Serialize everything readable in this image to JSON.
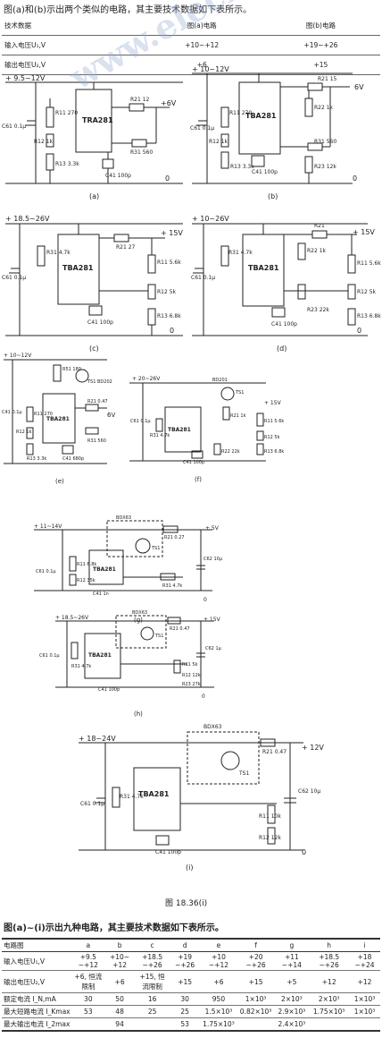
{
  "top_caption": "图(a)和(b)示出两个类似的电路，其主要技术数据如下表所示。",
  "top_table": {
    "headers": [
      "技术数据",
      "图(a)电路",
      "图(b)电路"
    ],
    "rows": [
      [
        "输入电压U₁,V",
        "+10~+12",
        "+19~+26"
      ],
      [
        "输出电压U₂,V",
        "+6",
        "+15"
      ]
    ]
  },
  "watermark": "www.elecfans.com",
  "circuits": {
    "a": {
      "label": "(a)",
      "vin": "+ 9.5~12V",
      "vout": "+6V",
      "ic": "TRA281",
      "gnd": "0",
      "parts": [
        "C61 0.1μ",
        "R11 270",
        "R12 1k",
        "R13 3.3k",
        "C41 100p",
        "R21 12",
        "R31 560"
      ]
    },
    "b": {
      "label": "(b)",
      "vin": "+ 10~12V",
      "vout": "6V",
      "ic": "TBA281",
      "gnd": "0",
      "parts": [
        "C61 0.1μ",
        "R11 270",
        "R12 1k",
        "R13 3.3k",
        "C41 100p",
        "R21 15",
        "R22 1k",
        "R31 560",
        "R23 12k"
      ]
    },
    "c": {
      "label": "(c)",
      "vin": "+ 18.5~26V",
      "vout": "+ 15V",
      "ic": "TBA281",
      "gnd": "0",
      "parts": [
        "C61 0.1μ",
        "R31 4.7k",
        "R21 27",
        "R11 5.6k",
        "R12 5k",
        "R13 6.8k",
        "C41 100p"
      ]
    },
    "d": {
      "label": "(d)",
      "vin": "+ 10~26V",
      "vout": "+ 15V",
      "ic": "TBA281",
      "gnd": "0",
      "parts": [
        "C61 0.1μ",
        "R31 4.7k",
        "R21",
        "R22 1k",
        "R11 5.6k",
        "R12 5k",
        "R13 6.8k",
        "R23 22k",
        "C41 100p"
      ]
    },
    "e": {
      "label": "(e)",
      "vin": "+ 10~12V",
      "vout": "6V",
      "ic": "TBA281",
      "parts": [
        "R51 180",
        "TS1 BD202",
        "C41 0.1μ",
        "R11 270",
        "R12 1k",
        "R13 3.3k",
        "R21 0.47",
        "R31 560",
        "C41 680p"
      ]
    },
    "f": {
      "label": "(f)",
      "vin": "+ 20~26V",
      "vout": "+ 15V",
      "ic": "TBA281",
      "parts": [
        "BD201",
        "TS1",
        "C61 0.1μ",
        "R31 4.7k",
        "R21 1k",
        "R11 5.6k",
        "R12 5k",
        "R13 6.8k",
        "R22 22k",
        "C41 100p"
      ]
    },
    "g": {
      "label": "(g)",
      "vin": "+ 11~14V",
      "vout": "+ 5V",
      "ic": "TBA281",
      "gnd": "0",
      "parts": [
        "BDX63",
        "TS1",
        "R21 0.27",
        "C61 0.1μ",
        "R11 6.8k",
        "R12 35k",
        "C41 1n",
        "C62 10μ",
        "R31 4.7k"
      ]
    },
    "h": {
      "label": "(h)",
      "vin": "+ 18.5~26V",
      "vout": "+ 15V",
      "ic": "TBA281",
      "gnd": "0",
      "parts": [
        "BDX63",
        "TS1",
        "R21 0.47",
        "C61 0.1μ",
        "R31 4.7k",
        "R11 5k",
        "R12 12k",
        "R23 27k",
        "C41 100p",
        "C62 1μ"
      ]
    },
    "i": {
      "label": "(i)",
      "vin": "+ 18~24V",
      "vout": "+ 12V",
      "ic": "TBA281",
      "gnd": "0",
      "parts": [
        "BDX63",
        "TS1",
        "R21 0.47",
        "C61 0.1μ",
        "R31 4.7k",
        "C41 100p",
        "R11 10k",
        "R12 12k",
        "C62 10μ"
      ]
    }
  },
  "figure_caption": "图 18.36(i)",
  "bottom_caption": "图(a)~(i)示出九种电路，其主要技术数据如下表所示。",
  "bottom_table": {
    "headers": [
      "电路图",
      "a",
      "b",
      "c",
      "d",
      "e",
      "f",
      "g",
      "h",
      "i"
    ],
    "rows": [
      [
        "输入电压U₁,V",
        "+9.5 ~+12",
        "+10~ +12",
        "+18.5 ~+26",
        "+19 ~+26",
        "+10 ~+12",
        "+20 ~+26",
        "+11 ~+14",
        "+18.5 ~+26",
        "+18 ~+24"
      ],
      [
        "输出电压U₂,V",
        "+6, 恒流限制",
        "+6",
        "+15, 恒流限制",
        "+15",
        "+6",
        "+15",
        "+5",
        "+12",
        "+12"
      ],
      [
        "额定电流 I_N,mA",
        "30",
        "50",
        "16",
        "30",
        "950",
        "1×10³",
        "2×10³",
        "2×10³",
        "1×10³"
      ],
      [
        "最大短路电流 I_Kmax",
        "53",
        "48",
        "25",
        "25",
        "1.5×10³",
        "0.82×10³",
        "2.9×10³",
        "1.75×10³",
        "1×10³"
      ],
      [
        "最大输出电流 I_2max",
        "",
        "94",
        "",
        "53",
        "1.75×10³",
        "",
        "2.4×10³",
        "",
        ""
      ]
    ]
  }
}
